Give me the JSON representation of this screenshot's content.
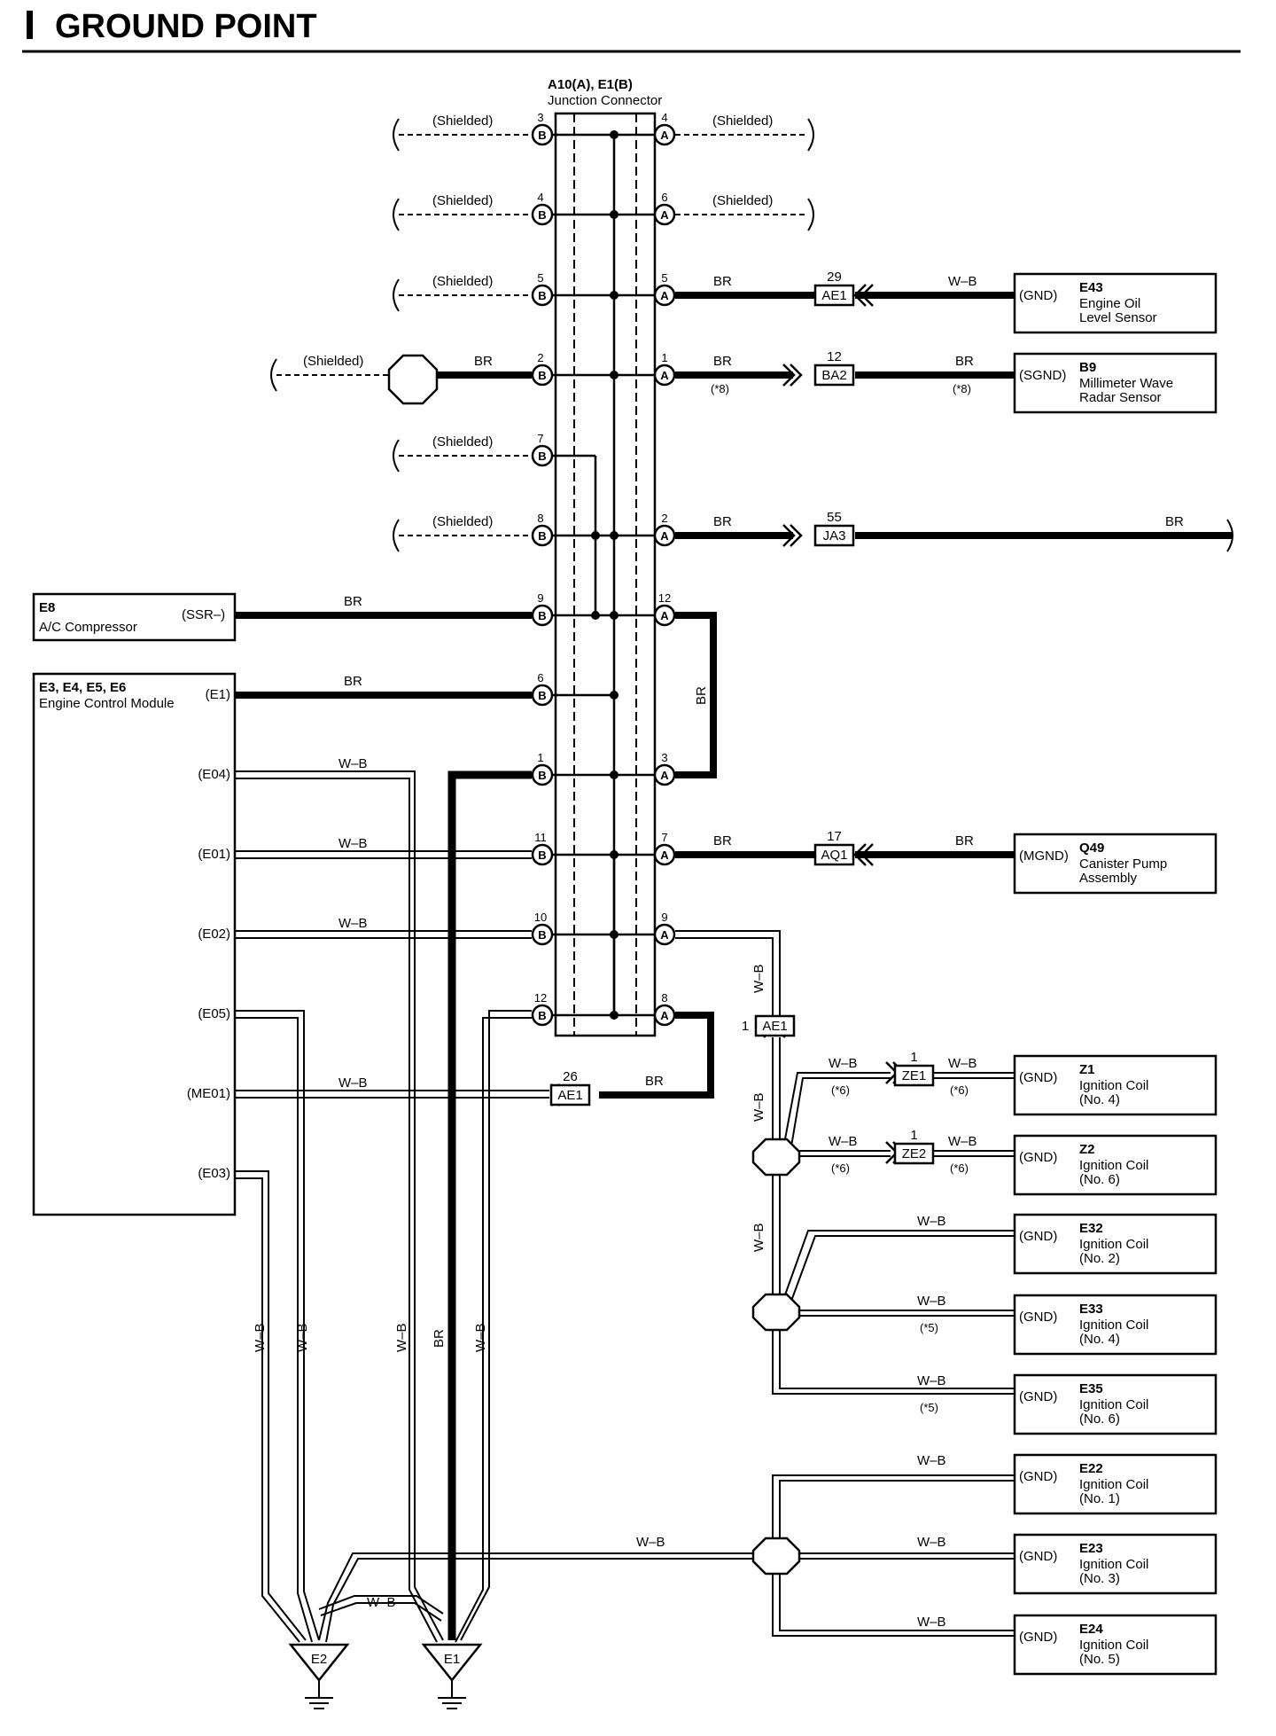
{
  "title": "GROUND POINT",
  "junction": {
    "title": "A10(A), E1(B)",
    "subtitle": "Junction Connector"
  },
  "shielded": "(Shielded)",
  "wire_br": "BR",
  "wire_wb": "W–B",
  "note_8": "(*8)",
  "note_6": "(*6)",
  "note_5": "(*5)",
  "pins_b": [
    {
      "num": "3",
      "letter": "B"
    },
    {
      "num": "4",
      "letter": "B"
    },
    {
      "num": "5",
      "letter": "B"
    },
    {
      "num": "2",
      "letter": "B"
    },
    {
      "num": "7",
      "letter": "B"
    },
    {
      "num": "8",
      "letter": "B"
    },
    {
      "num": "9",
      "letter": "B"
    },
    {
      "num": "6",
      "letter": "B"
    },
    {
      "num": "1",
      "letter": "B"
    },
    {
      "num": "11",
      "letter": "B"
    },
    {
      "num": "10",
      "letter": "B"
    },
    {
      "num": "12",
      "letter": "B"
    }
  ],
  "pins_a": [
    {
      "num": "4",
      "letter": "A"
    },
    {
      "num": "6",
      "letter": "A"
    },
    {
      "num": "5",
      "letter": "A"
    },
    {
      "num": "1",
      "letter": "A"
    },
    {
      "num": "2",
      "letter": "A"
    },
    {
      "num": "12",
      "letter": "A"
    },
    {
      "num": "3",
      "letter": "A"
    },
    {
      "num": "7",
      "letter": "A"
    },
    {
      "num": "9",
      "letter": "A"
    },
    {
      "num": "8",
      "letter": "A"
    }
  ],
  "connectors": {
    "ae1_a": {
      "pin": "29",
      "name": "AE1"
    },
    "ba2": {
      "pin": "12",
      "name": "BA2"
    },
    "ja3": {
      "pin": "55",
      "name": "JA3"
    },
    "aq1": {
      "pin": "17",
      "name": "AQ1"
    },
    "ae1_b": {
      "pin": "1",
      "name": "AE1"
    },
    "ae1_c": {
      "pin": "26",
      "name": "AE1"
    },
    "ze1": {
      "pin": "1",
      "name": "ZE1"
    },
    "ze2": {
      "pin": "1",
      "name": "ZE2"
    }
  },
  "e8": {
    "code": "E8",
    "name": "A/C Compressor",
    "term": "(SSR–)"
  },
  "ecm": {
    "code": "E3, E4, E5, E6",
    "name": "Engine Control Module",
    "terms": [
      "(E1)",
      "(E04)",
      "(E01)",
      "(E02)",
      "(E05)",
      "(ME01)",
      "(E03)"
    ]
  },
  "right_boxes": [
    {
      "term": "(GND)",
      "code": "E43",
      "line1": "Engine Oil",
      "line2": "Level Sensor"
    },
    {
      "term": "(SGND)",
      "code": "B9",
      "line1": "Millimeter Wave",
      "line2": "Radar Sensor"
    },
    {
      "term": "(MGND)",
      "code": "Q49",
      "line1": "Canister Pump",
      "line2": "Assembly"
    },
    {
      "term": "(GND)",
      "code": "Z1",
      "line1": "Ignition Coil",
      "line2": "(No. 4)"
    },
    {
      "term": "(GND)",
      "code": "Z2",
      "line1": "Ignition Coil",
      "line2": "(No. 6)"
    },
    {
      "term": "(GND)",
      "code": "E32",
      "line1": "Ignition Coil",
      "line2": "(No. 2)"
    },
    {
      "term": "(GND)",
      "code": "E33",
      "line1": "Ignition Coil",
      "line2": "(No. 4)"
    },
    {
      "term": "(GND)",
      "code": "E35",
      "line1": "Ignition Coil",
      "line2": "(No. 6)"
    },
    {
      "term": "(GND)",
      "code": "E22",
      "line1": "Ignition Coil",
      "line2": "(No. 1)"
    },
    {
      "term": "(GND)",
      "code": "E23",
      "line1": "Ignition Coil",
      "line2": "(No. 3)"
    },
    {
      "term": "(GND)",
      "code": "E24",
      "line1": "Ignition Coil",
      "line2": "(No. 5)"
    }
  ],
  "grounds": {
    "e2": "E2",
    "e1": "E1"
  }
}
